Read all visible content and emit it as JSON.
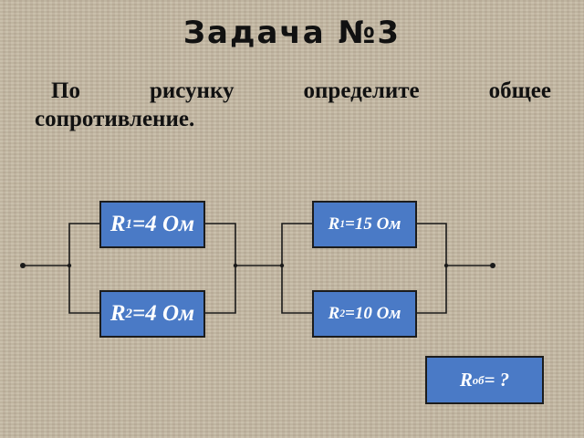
{
  "title": "Задача №3",
  "question": {
    "words": [
      "По",
      "рисунку",
      "определите",
      "общее"
    ],
    "line2": "сопротивление."
  },
  "resistors": [
    {
      "symbol": "R",
      "index": "1",
      "value": "=4 Ом"
    },
    {
      "symbol": "R",
      "index": "2",
      "value": "=4 Ом"
    },
    {
      "symbol": "R",
      "index": "1",
      "value": "=15 Ом"
    },
    {
      "symbol": "R",
      "index": "2",
      "value": "=10 Ом"
    }
  ],
  "answer": {
    "symbol": "R",
    "index": "об",
    "value": "= ?"
  },
  "colors": {
    "resistor_fill": "#4a7ac6",
    "wire": "#1a1a1a",
    "background": "#c4b8a2"
  }
}
